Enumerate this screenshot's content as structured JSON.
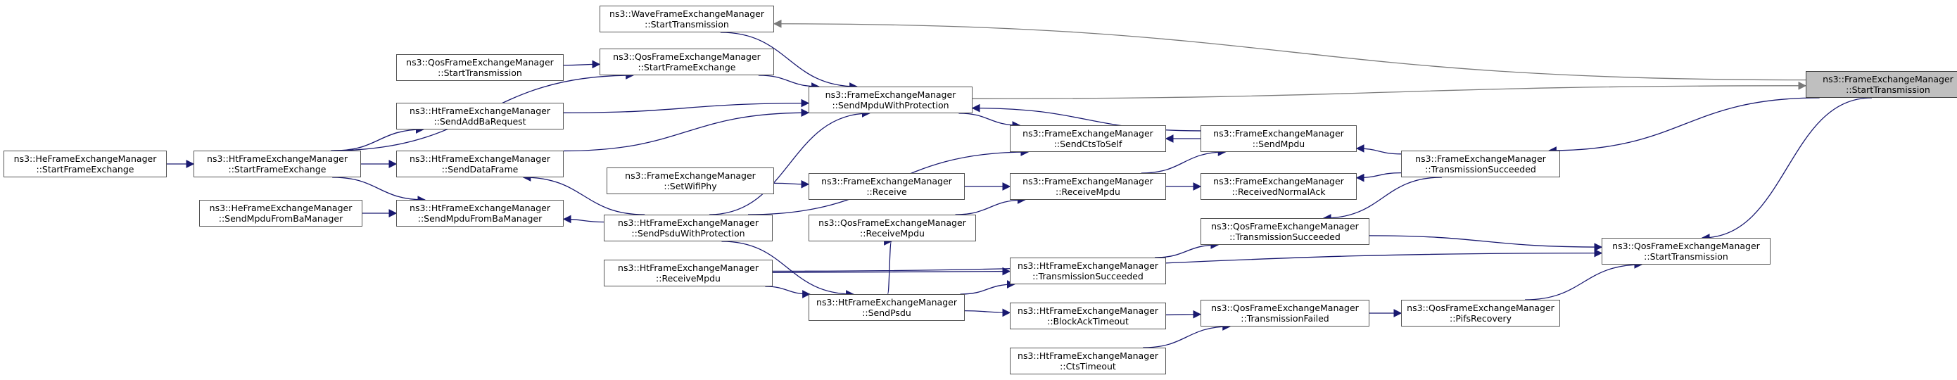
{
  "graph": {
    "colors": {
      "edge": "#191970",
      "focus_edge": "#7a7a7a",
      "focus_fill": "#bfbfbf",
      "node_border": "#555555"
    },
    "nodes": [
      {
        "id": "focus",
        "l1": "ns3::FrameExchangeManager",
        "l2": "::StartTransmission"
      },
      {
        "id": "wave_start",
        "l1": "ns3::WaveFrameExchangeManager",
        "l2": "::StartTransmission"
      },
      {
        "id": "qos_sfe",
        "l1": "ns3::QosFrameExchangeManager",
        "l2": "::StartFrameExchange"
      },
      {
        "id": "qos_st_left",
        "l1": "ns3::QosFrameExchangeManager",
        "l2": "::StartTransmission"
      },
      {
        "id": "send_mpdu_prot",
        "l1": "ns3::FrameExchangeManager",
        "l2": "::SendMpduWithProtection"
      },
      {
        "id": "ht_addba",
        "l1": "ns3::HtFrameExchangeManager",
        "l2": "::SendAddBaRequest"
      },
      {
        "id": "he_sfe",
        "l1": "ns3::HeFrameExchangeManager",
        "l2": "::StartFrameExchange"
      },
      {
        "id": "ht_sfe",
        "l1": "ns3::HtFrameExchangeManager",
        "l2": "::StartFrameExchange"
      },
      {
        "id": "ht_data",
        "l1": "ns3::HtFrameExchangeManager",
        "l2": "::SendDataFrame"
      },
      {
        "id": "cts_self",
        "l1": "ns3::FrameExchangeManager",
        "l2": "::SendCtsToSelf"
      },
      {
        "id": "send_mpdu",
        "l1": "ns3::FrameExchangeManager",
        "l2": "::SendMpdu"
      },
      {
        "id": "tx_succ",
        "l1": "ns3::FrameExchangeManager",
        "l2": "::TransmissionSucceeded"
      },
      {
        "id": "set_phy",
        "l1": "ns3::FrameExchangeManager",
        "l2": "::SetWifiPhy"
      },
      {
        "id": "receive",
        "l1": "ns3::FrameExchangeManager",
        "l2": "::Receive"
      },
      {
        "id": "recv_mpdu",
        "l1": "ns3::FrameExchangeManager",
        "l2": "::ReceiveMpdu"
      },
      {
        "id": "recv_ack",
        "l1": "ns3::FrameExchangeManager",
        "l2": "::ReceivedNormalAck"
      },
      {
        "id": "he_ba",
        "l1": "ns3::HeFrameExchangeManager",
        "l2": "::SendMpduFromBaManager"
      },
      {
        "id": "ht_ba",
        "l1": "ns3::HtFrameExchangeManager",
        "l2": "::SendMpduFromBaManager"
      },
      {
        "id": "ht_psdu_prot",
        "l1": "ns3::HtFrameExchangeManager",
        "l2": "::SendPsduWithProtection"
      },
      {
        "id": "qos_recv",
        "l1": "ns3::QosFrameExchangeManager",
        "l2": "::ReceiveMpdu"
      },
      {
        "id": "qos_tx_succ",
        "l1": "ns3::QosFrameExchangeManager",
        "l2": "::TransmissionSucceeded"
      },
      {
        "id": "qos_st",
        "l1": "ns3::QosFrameExchangeManager",
        "l2": "::StartTransmission"
      },
      {
        "id": "ht_recv",
        "l1": "ns3::HtFrameExchangeManager",
        "l2": "::ReceiveMpdu"
      },
      {
        "id": "ht_tx_succ",
        "l1": "ns3::HtFrameExchangeManager",
        "l2": "::TransmissionSucceeded"
      },
      {
        "id": "ht_psdu",
        "l1": "ns3::HtFrameExchangeManager",
        "l2": "::SendPsdu"
      },
      {
        "id": "ht_bat",
        "l1": "ns3::HtFrameExchangeManager",
        "l2": "::BlockAckTimeout"
      },
      {
        "id": "qos_tx_fail",
        "l1": "ns3::QosFrameExchangeManager",
        "l2": "::TransmissionFailed"
      },
      {
        "id": "qos_pifs",
        "l1": "ns3::QosFrameExchangeManager",
        "l2": "::PifsRecovery"
      },
      {
        "id": "ht_cts",
        "l1": "ns3::HtFrameExchangeManager",
        "l2": "::CtsTimeout"
      }
    ],
    "edges": [
      [
        "wave_start",
        "focus"
      ],
      [
        "focus",
        "send_mpdu_prot"
      ],
      [
        "send_mpdu_prot",
        "wave_start"
      ],
      [
        "send_mpdu_prot",
        "qos_sfe"
      ],
      [
        "send_mpdu_prot",
        "ht_addba"
      ],
      [
        "send_mpdu_prot",
        "ht_data"
      ],
      [
        "send_mpdu_prot",
        "ht_psdu_prot"
      ],
      [
        "send_mpdu_prot",
        "send_mpdu"
      ],
      [
        "qos_sfe",
        "qos_st_left"
      ],
      [
        "qos_sfe",
        "ht_sfe"
      ],
      [
        "ht_addba",
        "ht_sfe"
      ],
      [
        "ht_data",
        "ht_sfe"
      ],
      [
        "ht_ba",
        "ht_sfe"
      ],
      [
        "ht_sfe",
        "he_sfe"
      ],
      [
        "ht_ba",
        "he_ba"
      ],
      [
        "ht_ba",
        "ht_psdu_prot"
      ],
      [
        "ht_data",
        "ht_psdu_prot"
      ],
      [
        "cts_self",
        "send_mpdu_prot"
      ],
      [
        "cts_self",
        "ht_psdu_prot"
      ],
      [
        "cts_self",
        "send_mpdu"
      ],
      [
        "send_mpdu",
        "tx_succ"
      ],
      [
        "send_mpdu",
        "recv_mpdu"
      ],
      [
        "recv_ack",
        "tx_succ"
      ],
      [
        "tx_succ",
        "focus"
      ],
      [
        "receive",
        "set_phy"
      ],
      [
        "recv_mpdu",
        "receive"
      ],
      [
        "recv_mpdu",
        "qos_recv"
      ],
      [
        "recv_ack",
        "recv_mpdu"
      ],
      [
        "qos_recv",
        "ht_psdu"
      ],
      [
        "qos_tx_succ",
        "tx_succ"
      ],
      [
        "qos_tx_succ",
        "ht_tx_succ"
      ],
      [
        "qos_st",
        "qos_tx_succ"
      ],
      [
        "qos_st",
        "focus"
      ],
      [
        "qos_st",
        "ht_recv"
      ],
      [
        "ht_tx_succ",
        "ht_recv"
      ],
      [
        "ht_tx_succ",
        "ht_psdu"
      ],
      [
        "ht_psdu",
        "ht_recv"
      ],
      [
        "ht_psdu",
        "ht_psdu_prot"
      ],
      [
        "ht_bat",
        "ht_psdu"
      ],
      [
        "qos_tx_fail",
        "ht_bat"
      ],
      [
        "qos_tx_fail",
        "ht_cts"
      ],
      [
        "qos_pifs",
        "qos_tx_fail"
      ],
      [
        "qos_st",
        "qos_pifs"
      ]
    ]
  }
}
